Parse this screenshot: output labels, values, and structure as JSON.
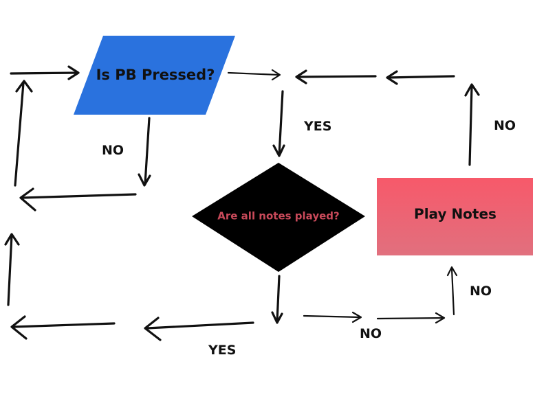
{
  "nodes": {
    "decision_pb": {
      "label": "Is PB Pressed?",
      "fill": "#2a72de",
      "text_color": "#111111"
    },
    "decision_notes": {
      "label": "Are all notes played?",
      "fill": "#000000",
      "text_color": "#c94a5a"
    },
    "process_play": {
      "label": "Play Notes",
      "fill_top": "#f7596a",
      "fill_bottom": "#e1707e",
      "text_color": "#111111"
    }
  },
  "edge_labels": {
    "pb_yes": "YES",
    "pb_no": "NO",
    "notes_yes": "YES",
    "notes_no": "NO",
    "play_no_right": "NO",
    "play_no_top": "NO"
  }
}
